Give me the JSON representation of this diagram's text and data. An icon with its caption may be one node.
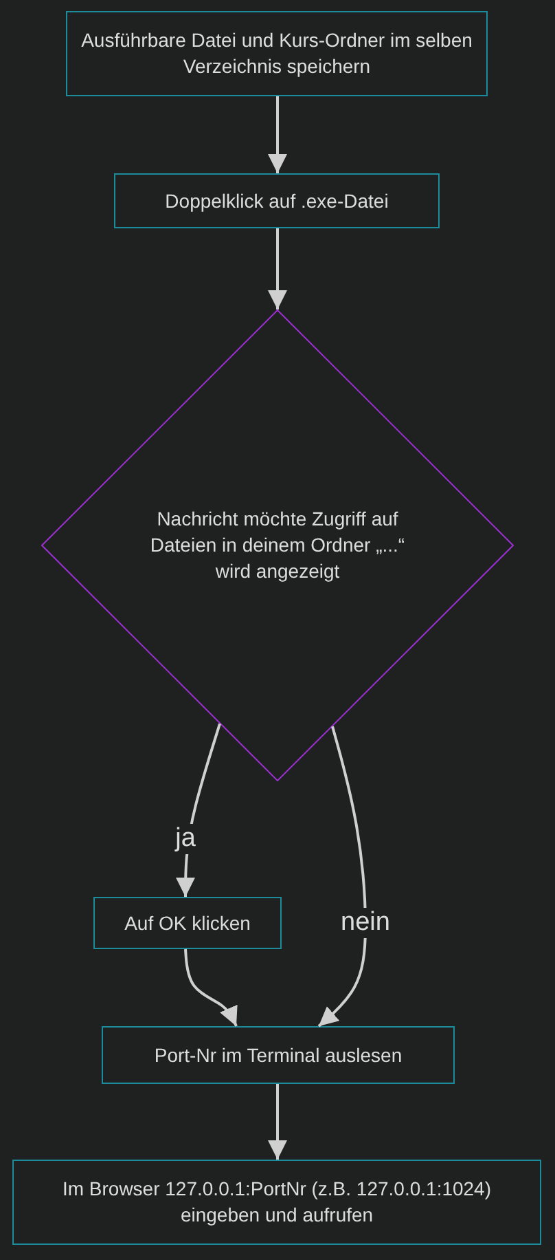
{
  "diagram": {
    "nodes": [
      {
        "text": [
          "Ausführbare Datei und Kurs-Ordner im selben Verzeichnis speichern"
        ]
      },
      {
        "text": [
          "Doppelklick auf .exe-Datei"
        ]
      },
      {
        "text": [
          "Nachricht möchte Zugriff auf Dateien in deinem Ordner „...“ wird angezeigt"
        ]
      },
      {
        "text": [
          "Auf OK klicken"
        ]
      },
      {
        "text": [
          "Port-Nr im Terminal auslesen"
        ]
      },
      {
        "text": [
          "Im Browser 127.0.0.1:PortNr (z.B. 127.0.0.1:1024) eingeben und aufrufen"
        ]
      }
    ],
    "edges": [
      {
        "from": 0,
        "to": 1,
        "arrow": "to"
      },
      {
        "from": 1,
        "to": 2,
        "arrow": "to"
      },
      {
        "from": 2,
        "to": 3,
        "arrow": "to",
        "label": "ja"
      },
      {
        "from": 2,
        "to": 4,
        "arrow": "to",
        "label": "nein"
      },
      {
        "from": 3,
        "to": 4,
        "arrow": "to"
      },
      {
        "from": 4,
        "to": 5,
        "arrow": "to"
      }
    ]
  }
}
